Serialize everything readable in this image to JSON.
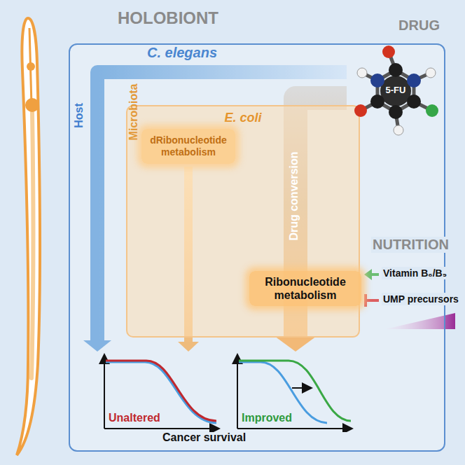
{
  "diagram": {
    "nodes": [
      {
        "text": [
          "HOLOBIONT",
          "C. elegans"
        ]
      },
      {
        "text": [
          "E. coli"
        ],
        "in": 0
      },
      {
        "text": [
          "dRibonucleotide metabolism"
        ],
        "in": 1
      },
      {
        "text": [
          "Ribonucleotide metabolism"
        ],
        "in": 1
      },
      {
        "text": [
          "DRUG",
          "5-FU"
        ]
      },
      {
        "text": [
          "Vitamin B₆/B₉"
        ]
      },
      {
        "text": [
          "UMP precursors"
        ]
      },
      {
        "text": [
          "Unaltered"
        ],
        "in": 0
      },
      {
        "text": [
          "Improved"
        ],
        "in": 0
      }
    ],
    "edges": [
      {
        "from": 4,
        "to": 7,
        "arrow": "to",
        "label": "Host"
      },
      {
        "from": 2,
        "to": 7,
        "arrow": "to",
        "label": "Microbiota"
      },
      {
        "from": 4,
        "to": 8,
        "arrow": "to",
        "label": "Drug conversion"
      },
      {
        "from": 5,
        "to": 3,
        "arrow": "to"
      },
      {
        "from": 6,
        "to": 3,
        "arrow": "none"
      }
    ],
    "labels": [
      "NUTRITION",
      "Cancer survival"
    ]
  }
}
